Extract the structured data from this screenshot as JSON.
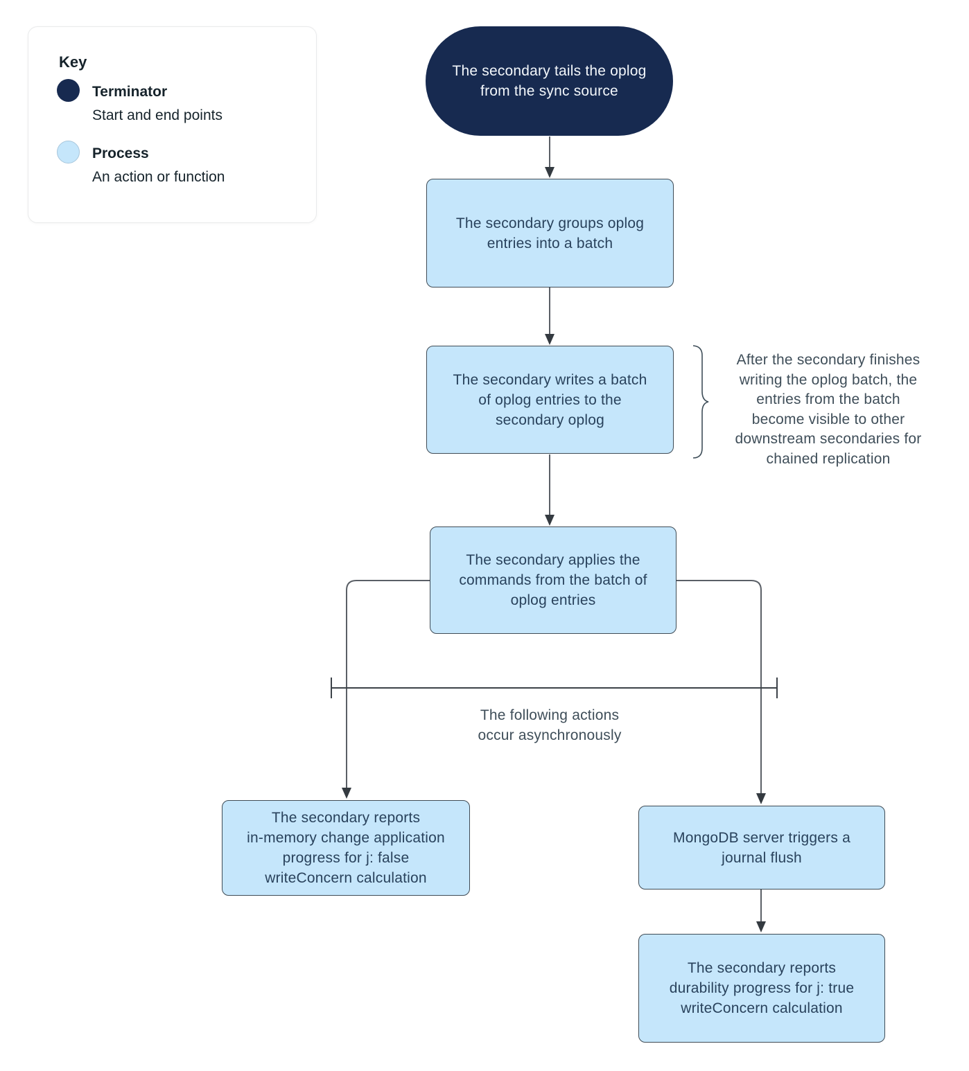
{
  "colors": {
    "terminator_fill": "#172A50",
    "terminator_text": "#F3F7FB",
    "process_fill": "#C5E6FB",
    "process_border": "#3F4B55",
    "process_text": "#29425C",
    "note_text": "#3F4E59",
    "line": "#5A5F66",
    "fork_line": "#3C4248",
    "arrowhead": "#343A40",
    "key_border": "#E9EAEB",
    "key_text": "#16232B",
    "page_bg": "#FFFFFF",
    "process_swatch_border": "#A7C6DC"
  },
  "key_panel": {
    "title": "Key",
    "items": [
      {
        "name": "terminator",
        "label": "Terminator",
        "description": "Start and end points"
      },
      {
        "name": "process",
        "label": "Process",
        "description": "An action or function"
      }
    ]
  },
  "nodes": [
    {
      "id": "start",
      "type": "terminator",
      "text": "The secondary tails the oplog\nfrom the sync source"
    },
    {
      "id": "group-batch",
      "type": "process",
      "text": "The secondary groups oplog\nentries into a batch"
    },
    {
      "id": "write-batch",
      "type": "process",
      "text": "The secondary writes a batch\nof oplog entries to the\nsecondary oplog"
    },
    {
      "id": "apply-commands",
      "type": "process",
      "text": "The secondary applies the\ncommands from the batch of\noplog entries"
    },
    {
      "id": "report-in-memory",
      "type": "process",
      "text": "The secondary reports\nin-memory change application\nprogress for j: false\nwriteConcern calculation"
    },
    {
      "id": "journal-flush",
      "type": "process",
      "text": "MongoDB server triggers a\njournal flush"
    },
    {
      "id": "report-durability",
      "type": "process",
      "text": "The secondary reports\ndurability progress for j: true\nwriteConcern calculation"
    }
  ],
  "notes": {
    "brace_note": "After the secondary finishes\nwriting the oplog batch, the\nentries from the batch\nbecome visible to other\ndownstream secondaries for\nchained replication",
    "async_note": "The following actions\noccur asynchronously"
  }
}
